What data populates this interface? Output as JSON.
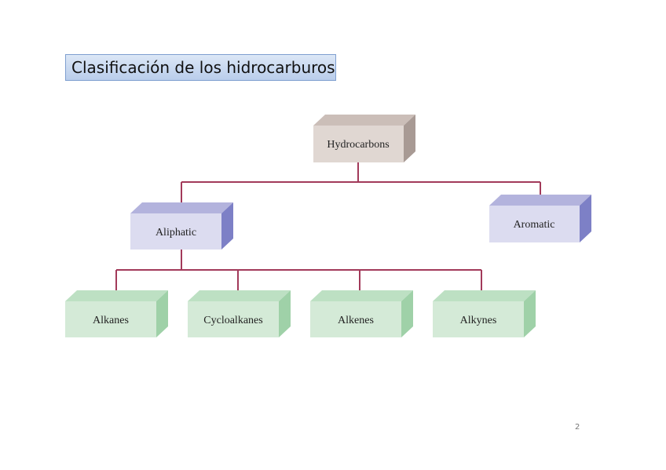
{
  "title": "Clasificación de los hidrocarburos",
  "page_number": "2",
  "colors": {
    "connector": "#a23a5a",
    "root": {
      "front": "#e0d7d2",
      "top": "#cbbeb8",
      "side": "#a89a94"
    },
    "aliphatic": {
      "front": "#dcdcf0",
      "top": "#b3b3dd",
      "side": "#7d80c6"
    },
    "aromatic": {
      "front": "#dcdcf0",
      "top": "#b3b3dd",
      "side": "#7d80c6"
    },
    "leaf": {
      "front": "#d4ead7",
      "top": "#bde0c3",
      "side": "#9fd1a8"
    }
  },
  "nodes": {
    "hydrocarbons": "Hydrocarbons",
    "aliphatic": "Aliphatic",
    "aromatic": "Aromatic",
    "alkanes": "Alkanes",
    "cycloalkanes": "Cycloalkanes",
    "alkenes": "Alkenes",
    "alkynes": "Alkynes"
  }
}
